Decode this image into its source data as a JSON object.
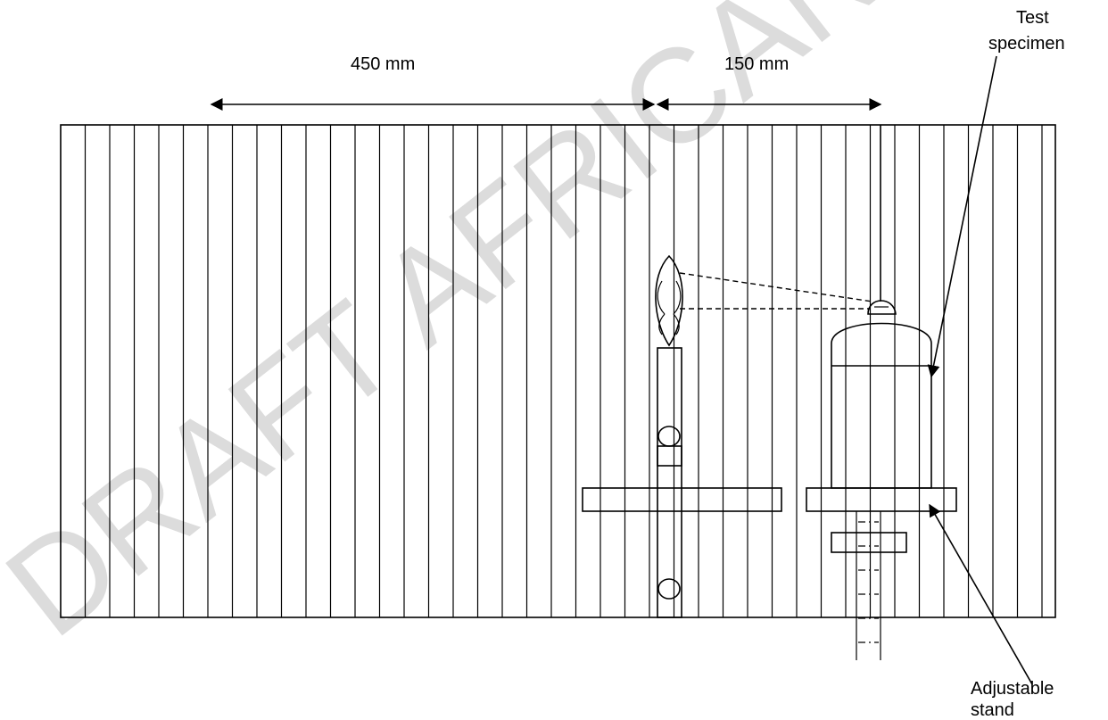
{
  "dimensions": {
    "left_span": "450 mm",
    "right_span": "150 mm"
  },
  "labels": {
    "specimen_line1": "Test",
    "specimen_line2": "specimen",
    "stand_line1": "Adjustable",
    "stand_line2": "stand"
  },
  "watermark": "DRAFT AFRICAN",
  "colors": {
    "stroke": "#000000",
    "background": "#ffffff",
    "watermark": "#dcdcdc"
  }
}
